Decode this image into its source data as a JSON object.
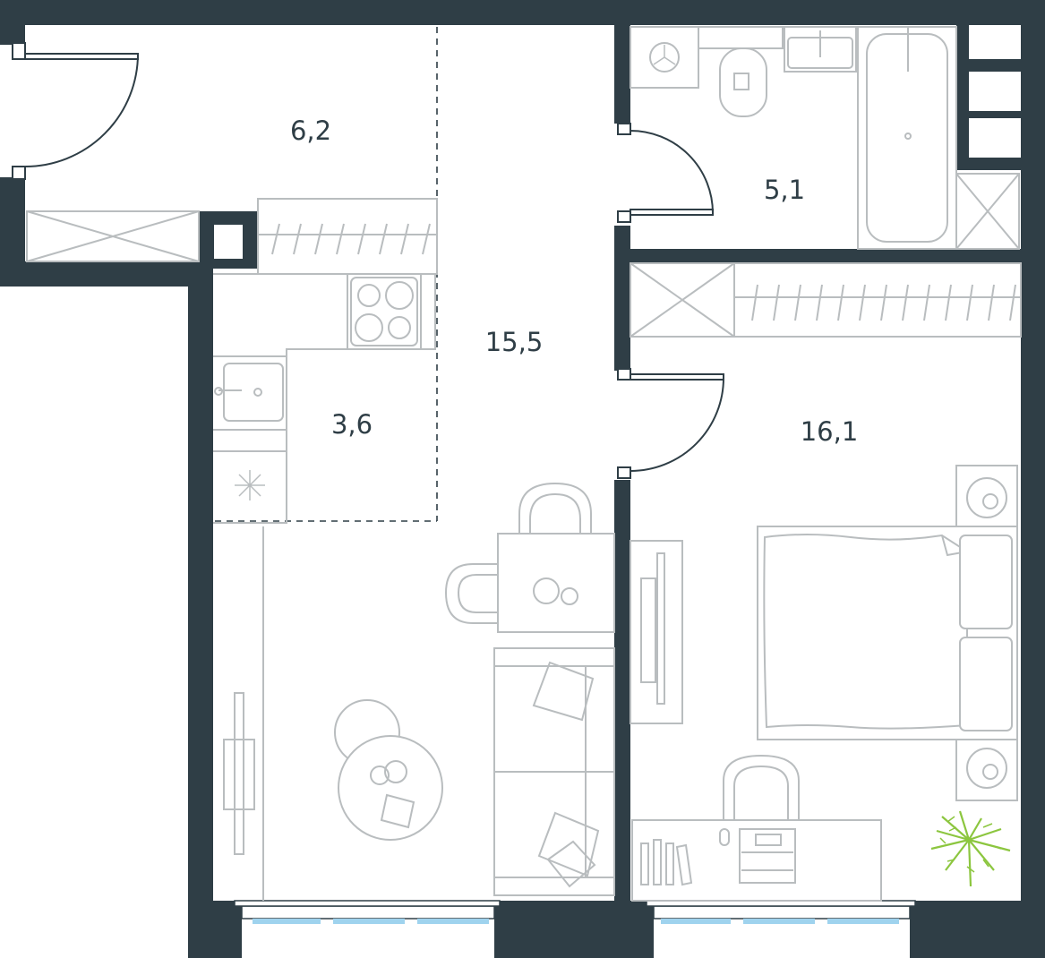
{
  "rooms": [
    {
      "id": "hall",
      "label": "6,2"
    },
    {
      "id": "bathroom",
      "label": "5,1"
    },
    {
      "id": "living",
      "label": "15,5"
    },
    {
      "id": "kitchen",
      "label": "3,6"
    },
    {
      "id": "bedroom",
      "label": "16,1"
    }
  ],
  "colors": {
    "wall": "#2f3e46",
    "furniture": "#b9bdbf",
    "window_glass": "#9fd3ee",
    "plant": "#8cc63f"
  }
}
